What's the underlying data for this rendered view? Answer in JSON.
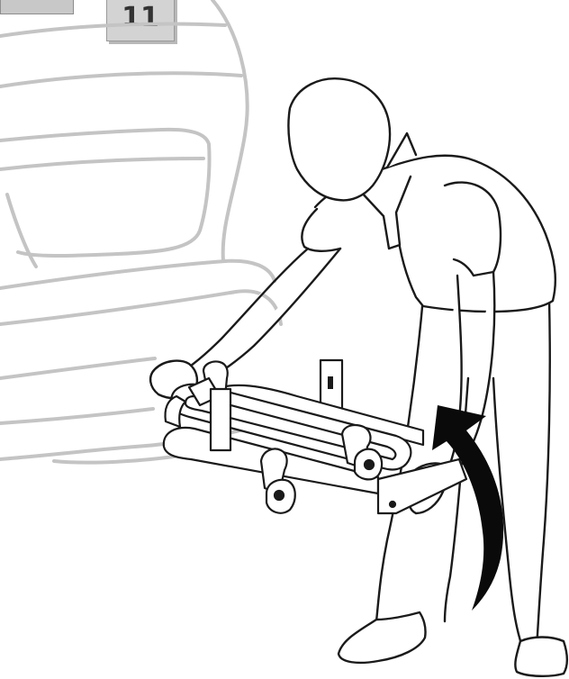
{
  "step": {
    "number": "11"
  },
  "icons": {
    "vehicle": "vehicle-rear-outline",
    "person": "person-lifting-rack",
    "rack": "hitch-bike-rack",
    "arrow": "curved-up-arrow"
  },
  "colors": {
    "vehicle_line": "#c4c4c4",
    "figure_line": "#1a1a1a",
    "arrow_fill": "#0a0a0a",
    "badge_bg": "#d3d3d3",
    "badge_text": "#333333"
  }
}
